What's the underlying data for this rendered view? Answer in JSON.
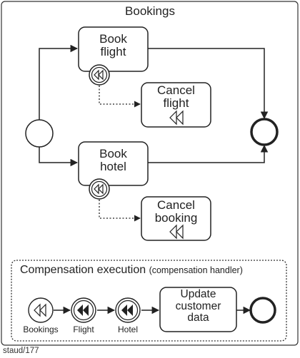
{
  "frame": {
    "title": "Bookings"
  },
  "tasks": {
    "book_flight": [
      "Book",
      "flight"
    ],
    "cancel_flight": [
      "Cancel",
      "flight"
    ],
    "book_hotel": [
      "Book",
      "hotel"
    ],
    "cancel_booking": [
      "Cancel",
      "booking"
    ]
  },
  "handler": {
    "title": "Compensation execution",
    "subtitle": "(compensation handler)",
    "events": [
      "Bookings",
      "Flight",
      "Hotel"
    ],
    "task": [
      "Update",
      "customer",
      "data"
    ]
  },
  "footer": "staud/177",
  "colors": {
    "stroke": "#222222",
    "frame": "#333333",
    "fill": "#ffffff",
    "icon_fill": "#222222"
  }
}
